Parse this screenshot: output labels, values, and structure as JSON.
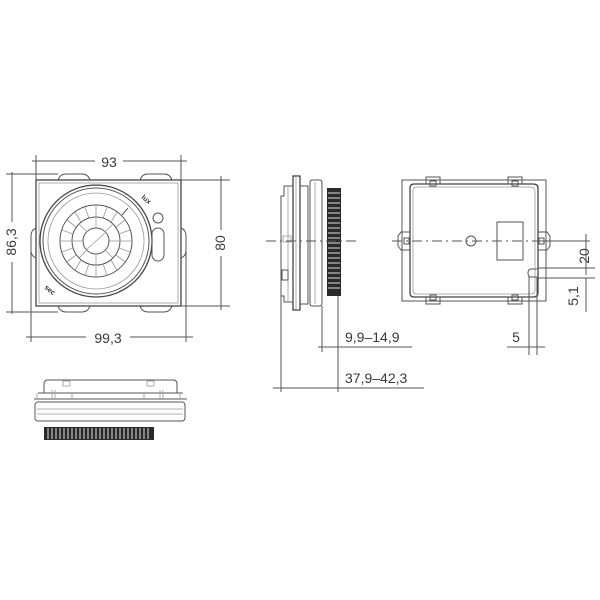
{
  "drawing": {
    "title": "Presence detector dimensional drawing",
    "line_color": "#444444",
    "background": "#ffffff"
  },
  "views": {
    "front": {
      "dims": {
        "width_top": "93",
        "width_bottom": "99,3",
        "height_left": "86,3",
        "height_right": "80"
      },
      "markings": {
        "lux_icon": "lux",
        "time_icon": "sec"
      }
    },
    "side": {
      "dims": {
        "depth_inner": "9,9–14,9",
        "depth_total": "37,9–42,3"
      }
    },
    "rear": {
      "dims": {
        "offset_vertical": "20",
        "slot_height": "5,1",
        "slot_width": "5"
      }
    },
    "bottom": {}
  }
}
